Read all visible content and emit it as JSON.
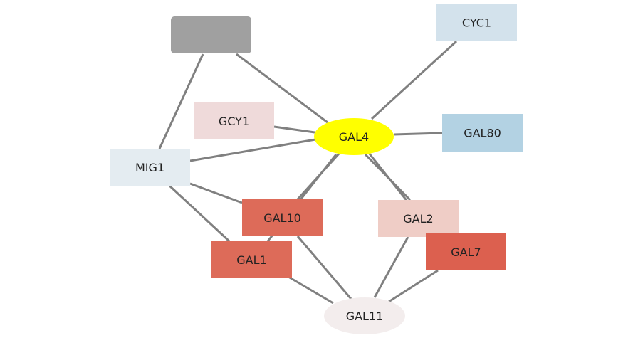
{
  "nodes": [
    {
      "id": "unlabeled",
      "label": "",
      "color": "#a0a0a0"
    },
    {
      "id": "CYC1",
      "label": "CYC1",
      "color": "#d3e2ec"
    },
    {
      "id": "GCY1",
      "label": "GCY1",
      "color": "#efdada"
    },
    {
      "id": "GAL4",
      "label": "GAL4",
      "color": "#ffff00"
    },
    {
      "id": "GAL80",
      "label": "GAL80",
      "color": "#b3d2e3"
    },
    {
      "id": "MIG1",
      "label": "MIG1",
      "color": "#e4ecf1"
    },
    {
      "id": "GAL10",
      "label": "GAL10",
      "color": "#dd6b59"
    },
    {
      "id": "GAL2",
      "label": "GAL2",
      "color": "#efcdc6"
    },
    {
      "id": "GAL1",
      "label": "GAL1",
      "color": "#dd6b59"
    },
    {
      "id": "GAL7",
      "label": "GAL7",
      "color": "#dc604f"
    },
    {
      "id": "GAL11",
      "label": "GAL11",
      "color": "#f3eded"
    }
  ],
  "edges": [
    {
      "from": "unlabeled",
      "to": "GAL4"
    },
    {
      "from": "unlabeled",
      "to": "MIG1"
    },
    {
      "from": "CYC1",
      "to": "GAL4"
    },
    {
      "from": "GCY1",
      "to": "GAL4"
    },
    {
      "from": "GAL80",
      "to": "GAL4"
    },
    {
      "from": "MIG1",
      "to": "GAL4"
    },
    {
      "from": "MIG1",
      "to": "GAL10"
    },
    {
      "from": "MIG1",
      "to": "GAL1"
    },
    {
      "from": "GAL4",
      "to": "GAL10"
    },
    {
      "from": "GAL4",
      "to": "GAL1"
    },
    {
      "from": "GAL4",
      "to": "GAL2"
    },
    {
      "from": "GAL4",
      "to": "GAL7"
    },
    {
      "from": "GAL10",
      "to": "GAL11"
    },
    {
      "from": "GAL1",
      "to": "GAL11"
    },
    {
      "from": "GAL2",
      "to": "GAL11"
    },
    {
      "from": "GAL7",
      "to": "GAL11"
    }
  ]
}
